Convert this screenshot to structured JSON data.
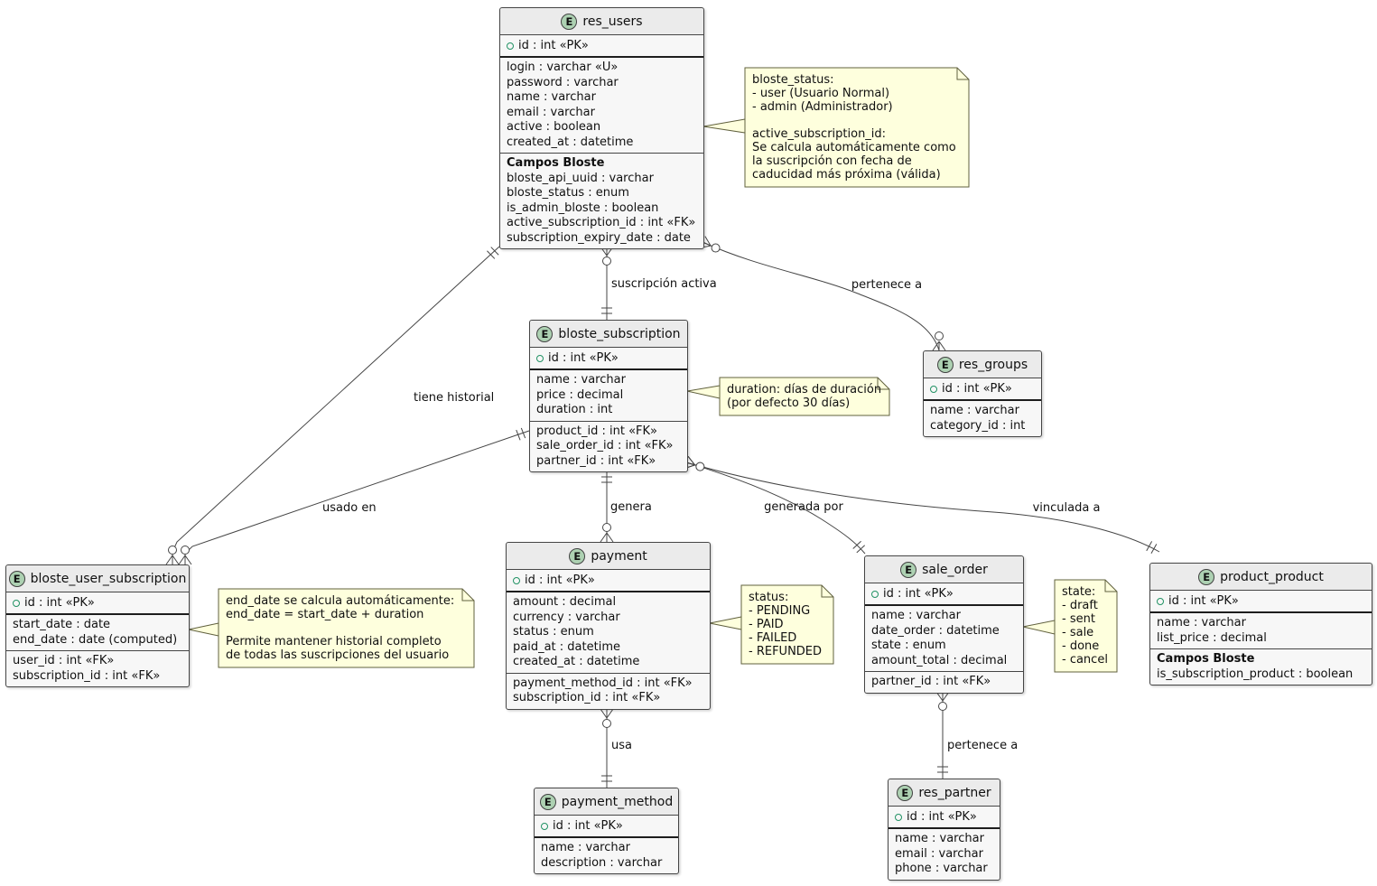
{
  "colors": {
    "entity_header": "#EBEBEB",
    "entity_body": "#F7F7F7",
    "entity_border": "#454545",
    "badge_fill": "#ADD1B2",
    "note_fill": "#FEFFDD",
    "note_border": "#60603E",
    "line": "#454545",
    "pk_bullet": "#229264"
  },
  "entities": [
    {
      "key": "res_users",
      "badge": "E",
      "title": "res_users",
      "pk": "id : int «PK»",
      "sections": [
        [
          "login : varchar «U»",
          "password : varchar",
          "name : varchar",
          "email : varchar",
          "active : boolean",
          "created_at : datetime"
        ],
        [
          {
            "t": "Campos Bloste",
            "b": true
          },
          "bloste_api_uuid : varchar",
          "bloste_status : enum",
          "is_admin_bloste : boolean",
          "active_subscription_id : int «FK»",
          "subscription_expiry_date : date"
        ]
      ]
    },
    {
      "key": "bloste_subscription",
      "badge": "E",
      "title": "bloste_subscription",
      "pk": "id : int «PK»",
      "sections": [
        [
          "name : varchar",
          "price : decimal",
          "duration : int"
        ],
        [
          "product_id : int «FK»",
          "sale_order_id : int «FK»",
          "partner_id : int «FK»"
        ]
      ]
    },
    {
      "key": "res_groups",
      "badge": "E",
      "title": "res_groups",
      "pk": "id : int «PK»",
      "sections": [
        [
          "name : varchar",
          "category_id : int"
        ]
      ]
    },
    {
      "key": "bloste_user_subscription",
      "badge": "E",
      "title": "bloste_user_subscription",
      "pk": "id : int «PK»",
      "sections": [
        [
          "start_date : date",
          "end_date : date (computed)"
        ],
        [
          "user_id : int «FK»",
          "subscription_id : int «FK»"
        ]
      ]
    },
    {
      "key": "payment",
      "badge": "E",
      "title": "payment",
      "pk": "id : int «PK»",
      "sections": [
        [
          "amount : decimal",
          "currency : varchar",
          "status : enum",
          "paid_at : datetime",
          "created_at : datetime"
        ],
        [
          "payment_method_id : int «FK»",
          "subscription_id : int «FK»"
        ]
      ]
    },
    {
      "key": "sale_order",
      "badge": "E",
      "title": "sale_order",
      "pk": "id : int «PK»",
      "sections": [
        [
          "name : varchar",
          "date_order : datetime",
          "state : enum",
          "amount_total : decimal"
        ],
        [
          "partner_id : int «FK»"
        ]
      ]
    },
    {
      "key": "product_product",
      "badge": "E",
      "title": "product_product",
      "pk": "id : int «PK»",
      "sections": [
        [
          "name : varchar",
          "list_price : decimal"
        ],
        [
          {
            "t": "Campos Bloste",
            "b": true
          },
          "is_subscription_product : boolean"
        ]
      ]
    },
    {
      "key": "payment_method",
      "badge": "E",
      "title": "payment_method",
      "pk": "id : int «PK»",
      "sections": [
        [
          "name : varchar",
          "description : varchar"
        ]
      ]
    },
    {
      "key": "res_partner",
      "badge": "E",
      "title": "res_partner",
      "pk": "id : int «PK»",
      "sections": [
        [
          "name : varchar",
          "email : varchar",
          "phone : varchar"
        ]
      ]
    }
  ],
  "notes": [
    {
      "key": "note_bloste_status",
      "lines": [
        "bloste_status:",
        "- user (Usuario Normal)",
        "- admin (Administrador)",
        "",
        "active_subscription_id:",
        "Se calcula automáticamente como",
        "la suscripción con fecha de",
        "caducidad más próxima (válida)"
      ]
    },
    {
      "key": "note_duration",
      "lines": [
        "duration: días de duración",
        "(por defecto 30 días)"
      ]
    },
    {
      "key": "note_end_date",
      "lines": [
        "end_date se calcula automáticamente:",
        "end_date = start_date + duration",
        "",
        "Permite mantener historial completo",
        "de todas las suscripciones del usuario"
      ]
    },
    {
      "key": "note_status",
      "lines": [
        "status:",
        "- PENDING",
        "- PAID",
        "- FAILED",
        "- REFUNDED"
      ]
    },
    {
      "key": "note_state",
      "lines": [
        "state:",
        "- draft",
        "- sent",
        "- sale",
        "- done",
        "- cancel"
      ]
    }
  ],
  "relations": [
    {
      "key": "rel_suscripcion_activa",
      "label": "suscripción activa"
    },
    {
      "key": "rel_pertenece_groups",
      "label": "pertenece a"
    },
    {
      "key": "rel_tiene_historial",
      "label": "tiene historial"
    },
    {
      "key": "rel_usado_en",
      "label": "usado en"
    },
    {
      "key": "rel_genera",
      "label": "genera"
    },
    {
      "key": "rel_generada_por",
      "label": "generada por"
    },
    {
      "key": "rel_vinculada_a",
      "label": "vinculada a"
    },
    {
      "key": "rel_usa",
      "label": "usa"
    },
    {
      "key": "rel_pertenece_partner",
      "label": "pertenece a"
    }
  ]
}
